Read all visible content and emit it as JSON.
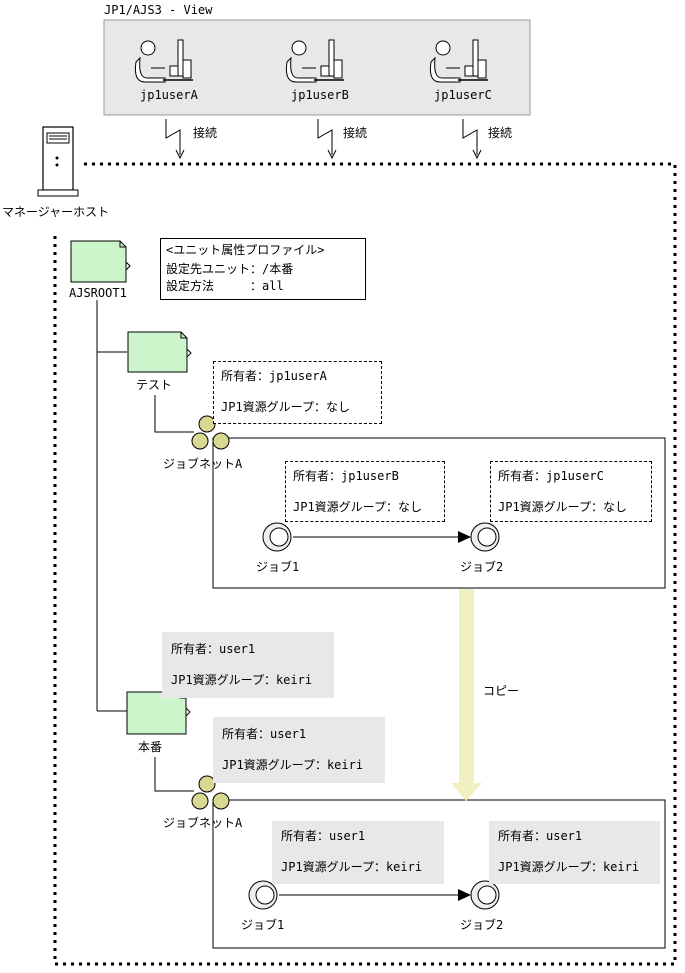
{
  "view_panel": {
    "title": "JP1/AJS3 - View"
  },
  "users": [
    {
      "name": "jp1userA",
      "conn": "接続"
    },
    {
      "name": "jp1userB",
      "conn": "接続"
    },
    {
      "name": "jp1userC",
      "conn": "接続"
    }
  ],
  "manager_host": "マネージャーホスト",
  "root_unit": "AJSROOT1",
  "profile": {
    "title": "<ユニット属性プロファイル>",
    "line1": "設定先ユニット：/本番",
    "line2": "設定方法　　　：all"
  },
  "test_group": {
    "name": "テスト"
  },
  "honban_group": {
    "name": "本番"
  },
  "test_net": {
    "name": "ジョブネットA",
    "owner": "所有者：jp1userA",
    "resgroup": "JP1資源グループ：なし"
  },
  "test_job1": {
    "name": "ジョブ1",
    "owner": "所有者：jp1userB",
    "resgroup": "JP1資源グループ：なし"
  },
  "test_job2": {
    "name": "ジョブ2",
    "owner": "所有者：jp1userC",
    "resgroup": "JP1資源グループ：なし"
  },
  "copy_label": "コピー",
  "honban_attr": {
    "owner": "所有者：user1",
    "resgroup": "JP1資源グループ：keiri"
  },
  "honban_net": {
    "name": "ジョブネットA",
    "owner": "所有者：user1",
    "resgroup": "JP1資源グループ：keiri"
  },
  "honban_job1": {
    "name": "ジョブ1",
    "owner": "所有者：user1",
    "resgroup": "JP1資源グループ：keiri"
  },
  "honban_job2": {
    "name": "ジョブ2",
    "owner": "所有者：user1",
    "resgroup": "JP1資源グループ：keiri"
  },
  "colors": {
    "unit_green": "#ccf5cc",
    "attr_gray": "#e8e8e8",
    "jobnet_yellow": "#d8d890",
    "arrow_yellow": "#f0f0c0"
  }
}
